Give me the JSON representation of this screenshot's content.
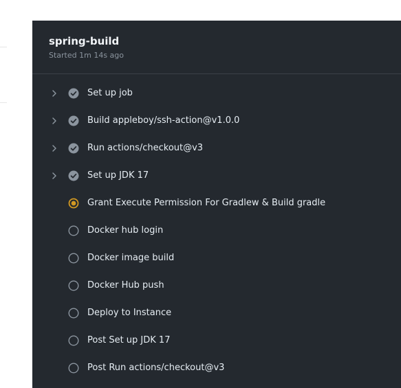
{
  "job": {
    "title": "spring-build",
    "started": "Started 1m 14s ago"
  },
  "steps": [
    {
      "label": "Set up job",
      "status": "success",
      "expandable": true,
      "icon": "check-circle-icon"
    },
    {
      "label": "Build appleboy/ssh-action@v1.0.0",
      "status": "success",
      "expandable": true,
      "icon": "check-circle-icon"
    },
    {
      "label": "Run actions/checkout@v3",
      "status": "success",
      "expandable": true,
      "icon": "check-circle-icon"
    },
    {
      "label": "Set up JDK 17",
      "status": "success",
      "expandable": true,
      "icon": "check-circle-icon"
    },
    {
      "label": "Grant Execute Permission For Gradlew & Build gradle",
      "status": "in_progress",
      "expandable": false,
      "icon": "in-progress-icon"
    },
    {
      "label": "Docker hub login",
      "status": "pending",
      "expandable": false,
      "icon": "pending-circle-icon"
    },
    {
      "label": "Docker image build",
      "status": "pending",
      "expandable": false,
      "icon": "pending-circle-icon"
    },
    {
      "label": "Docker Hub push",
      "status": "pending",
      "expandable": false,
      "icon": "pending-circle-icon"
    },
    {
      "label": "Deploy to Instance",
      "status": "pending",
      "expandable": false,
      "icon": "pending-circle-icon"
    },
    {
      "label": "Post Set up JDK 17",
      "status": "pending",
      "expandable": false,
      "icon": "pending-circle-icon"
    },
    {
      "label": "Post Run actions/checkout@v3",
      "status": "pending",
      "expandable": false,
      "icon": "pending-circle-icon"
    }
  ],
  "colors": {
    "panel_bg": "#24292f",
    "success": "#8b949e",
    "in_progress": "#d29922",
    "pending": "#8b949e",
    "text": "#e6edf3"
  }
}
